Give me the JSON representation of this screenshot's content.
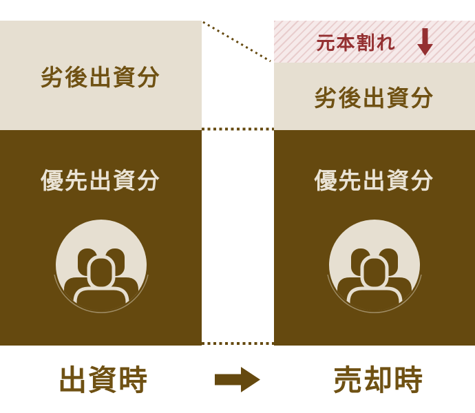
{
  "diagram": {
    "left_bar": {
      "subordinated_label": "劣後出資分",
      "priority_label": "優先出資分",
      "caption": "出資時"
    },
    "right_bar": {
      "loss_label": "元本割れ",
      "subordinated_label": "劣後出資分",
      "priority_label": "優先出資分",
      "caption": "売却時"
    },
    "icons": {
      "people_group": "people-group-icon",
      "loss_down_arrow": "down-arrow-icon",
      "transition_right_arrow": "right-arrow-icon",
      "dotted_connectors": "dotted-connector-lines"
    },
    "colors": {
      "bar_brown": "#65490f",
      "bar_beige": "#e6dfd1",
      "text_on_beige": "#6f5113",
      "text_on_brown": "#eae3d5",
      "loss_red": "#943031",
      "loss_background": "#f6eaea",
      "loss_stripe": "#e8cdcd"
    }
  }
}
